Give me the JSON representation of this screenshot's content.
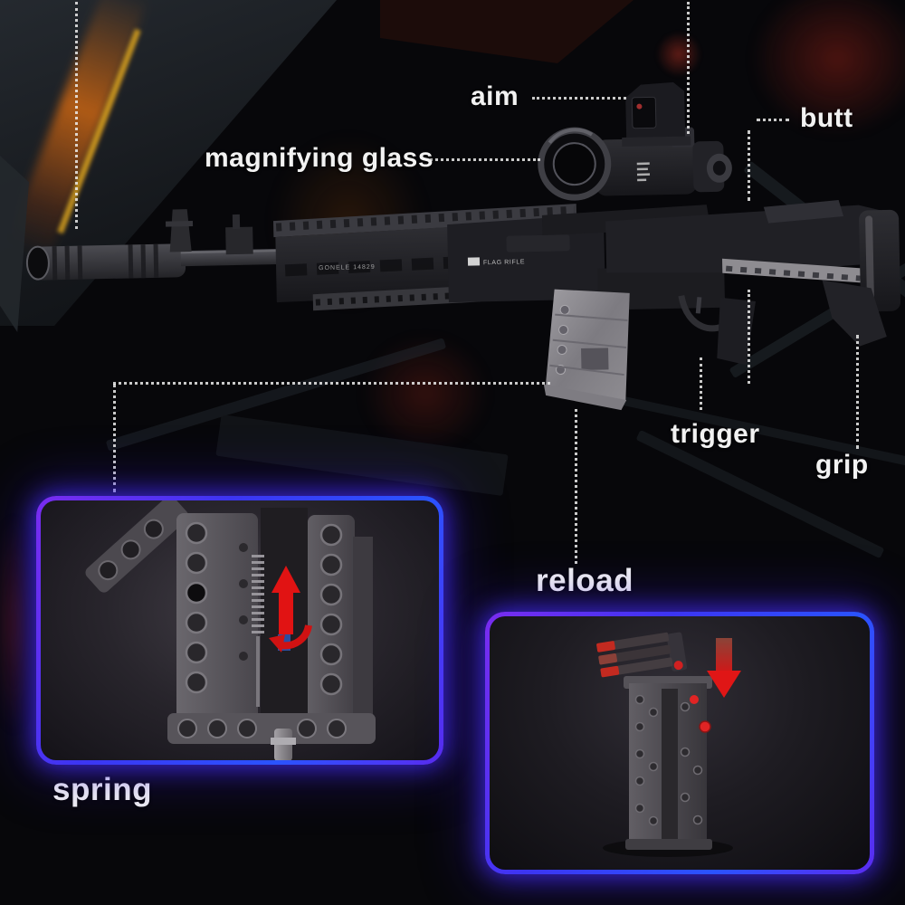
{
  "scene": {
    "type": "product-diagram",
    "subject": "building-block rifle model with labeled parts",
    "background_color": "#07070a",
    "dot_color": "#ececec",
    "label_color": "#f2f2f2",
    "panel_border_colors": [
      "#7a2cf0",
      "#2a53ff"
    ],
    "arrow_color": "#e01414",
    "magazine_color": "#8f8d92"
  },
  "callouts": {
    "aim": "aim",
    "magnifying_glass": "magnifying glass",
    "butt": "butt",
    "trigger": "trigger",
    "grip": "grip"
  },
  "insets": {
    "spring": {
      "label": "spring"
    },
    "reload": {
      "label": "reload"
    }
  },
  "rifle_markings": {
    "handguard_text": "GONELE 14829",
    "receiver_text": "FLAG RIFLE"
  }
}
